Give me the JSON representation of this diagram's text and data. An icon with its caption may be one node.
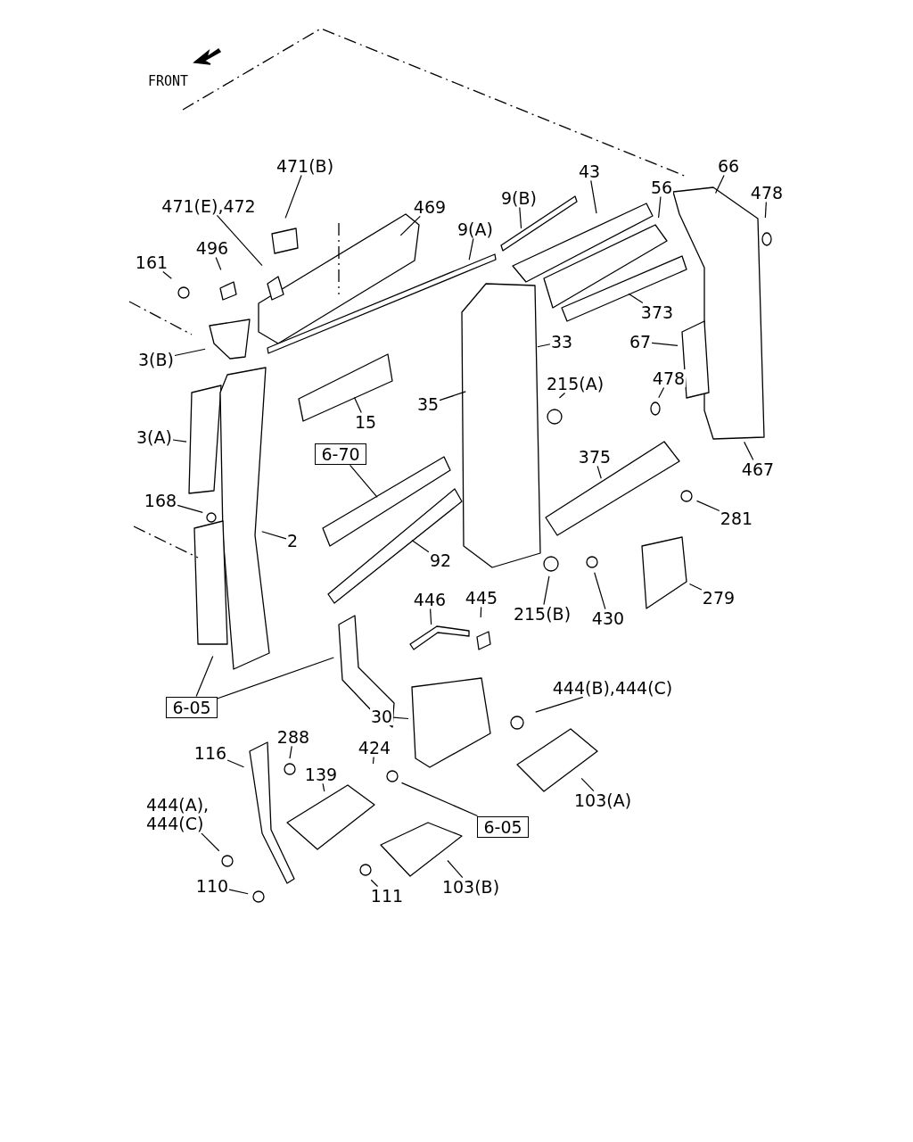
{
  "diagram": {
    "nodes": [
      {
        "text": [
          "471(B)"
        ]
      },
      {
        "text": [
          "471(E),472"
        ]
      },
      {
        "text": [
          "469"
        ]
      },
      {
        "text": [
          "9(B)"
        ]
      },
      {
        "text": [
          "43"
        ]
      },
      {
        "text": [
          "66"
        ]
      },
      {
        "text": [
          "56"
        ]
      },
      {
        "text": [
          "478"
        ]
      },
      {
        "text": [
          "9(A)"
        ]
      },
      {
        "text": [
          "496"
        ]
      },
      {
        "text": [
          "161"
        ]
      },
      {
        "text": [
          "3(B)"
        ]
      },
      {
        "text": [
          "373"
        ]
      },
      {
        "text": [
          "33"
        ]
      },
      {
        "text": [
          "67"
        ]
      },
      {
        "text": [
          "215(A)"
        ]
      },
      {
        "text": [
          "478"
        ]
      },
      {
        "text": [
          "35"
        ]
      },
      {
        "text": [
          "15"
        ]
      },
      {
        "text": [
          "3(A)"
        ]
      },
      {
        "text": [
          "6-70"
        ]
      },
      {
        "text": [
          "375"
        ]
      },
      {
        "text": [
          "467"
        ]
      },
      {
        "text": [
          "168"
        ]
      },
      {
        "text": [
          "281"
        ]
      },
      {
        "text": [
          "2"
        ]
      },
      {
        "text": [
          "92"
        ]
      },
      {
        "text": [
          "279"
        ]
      },
      {
        "text": [
          "446"
        ]
      },
      {
        "text": [
          "445"
        ]
      },
      {
        "text": [
          "215(B)"
        ]
      },
      {
        "text": [
          "430"
        ]
      },
      {
        "text": [
          "444(B),444(C)"
        ]
      },
      {
        "text": [
          "6-05"
        ]
      },
      {
        "text": [
          "30"
        ]
      },
      {
        "text": [
          "288"
        ]
      },
      {
        "text": [
          "424"
        ]
      },
      {
        "text": [
          "116"
        ]
      },
      {
        "text": [
          "139"
        ]
      },
      {
        "text": [
          "103(A)"
        ]
      },
      {
        "text": [
          "444(A), 444(C)"
        ]
      },
      {
        "text": [
          "6-05"
        ]
      },
      {
        "text": [
          "103(B)"
        ]
      },
      {
        "text": [
          "110"
        ]
      },
      {
        "text": [
          "111"
        ]
      }
    ],
    "edges": [
      {
        "from": 0,
        "to": null,
        "arrow": "none"
      },
      {
        "from": 1,
        "to": null,
        "arrow": "none"
      },
      {
        "from": 2,
        "to": null,
        "arrow": "none"
      },
      {
        "from": 3,
        "to": null,
        "arrow": "none"
      },
      {
        "from": 4,
        "to": null,
        "arrow": "none"
      },
      {
        "from": 5,
        "to": null,
        "arrow": "none"
      },
      {
        "from": 6,
        "to": null,
        "arrow": "none"
      },
      {
        "from": 7,
        "to": null,
        "arrow": "none"
      },
      {
        "from": 8,
        "to": null,
        "arrow": "none"
      },
      {
        "from": 9,
        "to": null,
        "arrow": "none"
      },
      {
        "from": 10,
        "to": null,
        "arrow": "none"
      },
      {
        "from": 11,
        "to": null,
        "arrow": "none"
      },
      {
        "from": 12,
        "to": null,
        "arrow": "none"
      },
      {
        "from": 13,
        "to": null,
        "arrow": "none"
      },
      {
        "from": 14,
        "to": null,
        "arrow": "none"
      },
      {
        "from": 15,
        "to": null,
        "arrow": "none"
      },
      {
        "from": 16,
        "to": null,
        "arrow": "none"
      },
      {
        "from": 17,
        "to": null,
        "arrow": "none"
      },
      {
        "from": 18,
        "to": null,
        "arrow": "none"
      },
      {
        "from": 19,
        "to": null,
        "arrow": "none"
      },
      {
        "from": 20,
        "to": null,
        "arrow": "none"
      },
      {
        "from": 21,
        "to": null,
        "arrow": "none"
      },
      {
        "from": 22,
        "to": null,
        "arrow": "none"
      },
      {
        "from": 23,
        "to": null,
        "arrow": "none"
      },
      {
        "from": 24,
        "to": null,
        "arrow": "none"
      },
      {
        "from": 25,
        "to": null,
        "arrow": "none"
      },
      {
        "from": 26,
        "to": null,
        "arrow": "none"
      },
      {
        "from": 27,
        "to": null,
        "arrow": "none"
      },
      {
        "from": 28,
        "to": null,
        "arrow": "none"
      },
      {
        "from": 29,
        "to": null,
        "arrow": "none"
      },
      {
        "from": 30,
        "to": null,
        "arrow": "none"
      },
      {
        "from": 31,
        "to": null,
        "arrow": "none"
      },
      {
        "from": 32,
        "to": null,
        "arrow": "none"
      },
      {
        "from": 33,
        "to": null,
        "arrow": "none"
      },
      {
        "from": 33,
        "to": null,
        "arrow": "none"
      },
      {
        "from": 34,
        "to": null,
        "arrow": "none"
      },
      {
        "from": 35,
        "to": null,
        "arrow": "none"
      },
      {
        "from": 36,
        "to": null,
        "arrow": "none"
      },
      {
        "from": 37,
        "to": null,
        "arrow": "none"
      },
      {
        "from": 38,
        "to": null,
        "arrow": "none"
      },
      {
        "from": 39,
        "to": null,
        "arrow": "none"
      },
      {
        "from": 40,
        "to": null,
        "arrow": "none"
      },
      {
        "from": 41,
        "to": null,
        "arrow": "none"
      },
      {
        "from": 42,
        "to": null,
        "arrow": "none"
      },
      {
        "from": 43,
        "to": null,
        "arrow": "none"
      },
      {
        "from": 44,
        "to": null,
        "arrow": "none"
      }
    ],
    "labels": [
      "FRONT"
    ]
  }
}
